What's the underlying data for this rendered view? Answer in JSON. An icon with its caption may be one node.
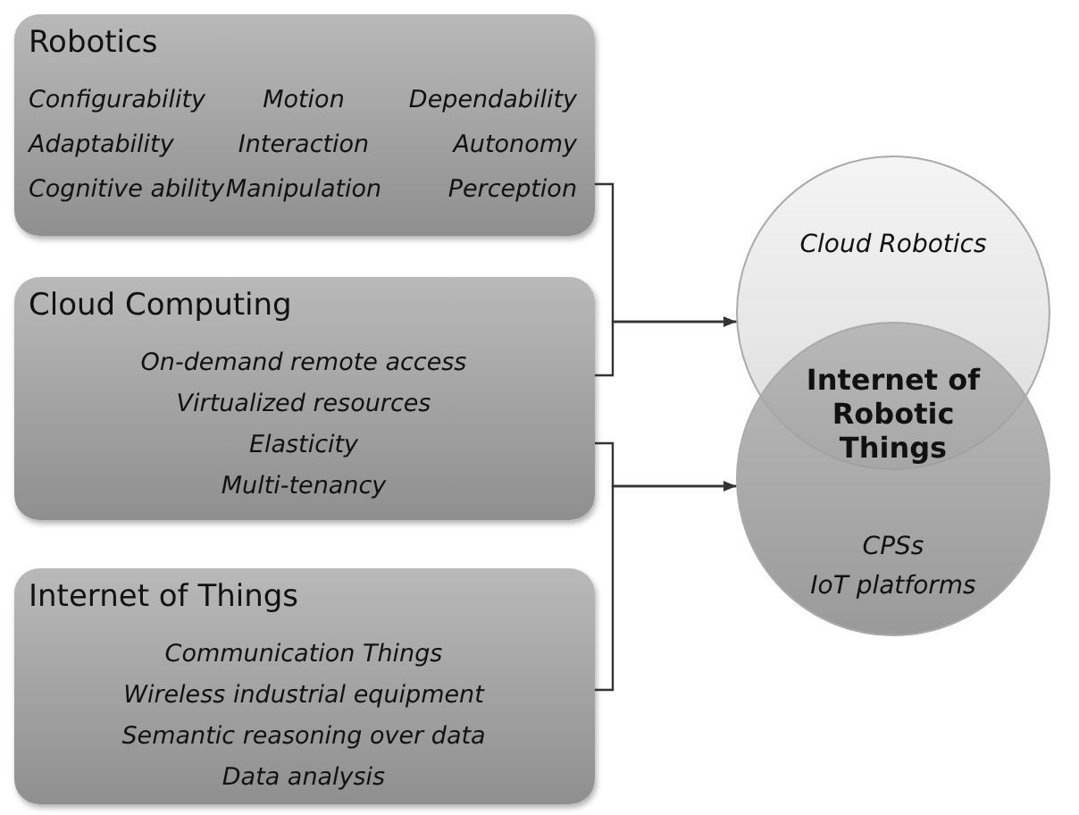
{
  "diagram": {
    "nodes": [
      {
        "text": [
          "Robotics",
          "Configurability",
          "Motion",
          "Dependability",
          "Adaptability",
          "Interaction",
          "Autonomy",
          "Cognitive ability",
          "Manipulation",
          "Perception"
        ]
      },
      {
        "text": [
          "Cloud Computing",
          "On-demand remote access",
          "Virtualized resources",
          "Elasticity",
          "Multi-tenancy"
        ]
      },
      {
        "text": [
          "Internet of Things",
          "Communication Things",
          "Wireless industrial equipment",
          "Semantic reasoning over data",
          "Data analysis"
        ]
      },
      {
        "text": [
          "Cloud Robotics"
        ]
      },
      {
        "text": [
          "CPSs",
          "IoT platforms"
        ]
      }
    ],
    "edges": [
      {
        "from": 0,
        "to": 3,
        "arrow": "to"
      },
      {
        "from": 1,
        "to": 3,
        "arrow": "to"
      },
      {
        "from": 1,
        "to": 4,
        "arrow": "to"
      },
      {
        "from": 2,
        "to": 4,
        "arrow": "to"
      }
    ],
    "labels": [
      "Internet of Robotic Things"
    ]
  }
}
